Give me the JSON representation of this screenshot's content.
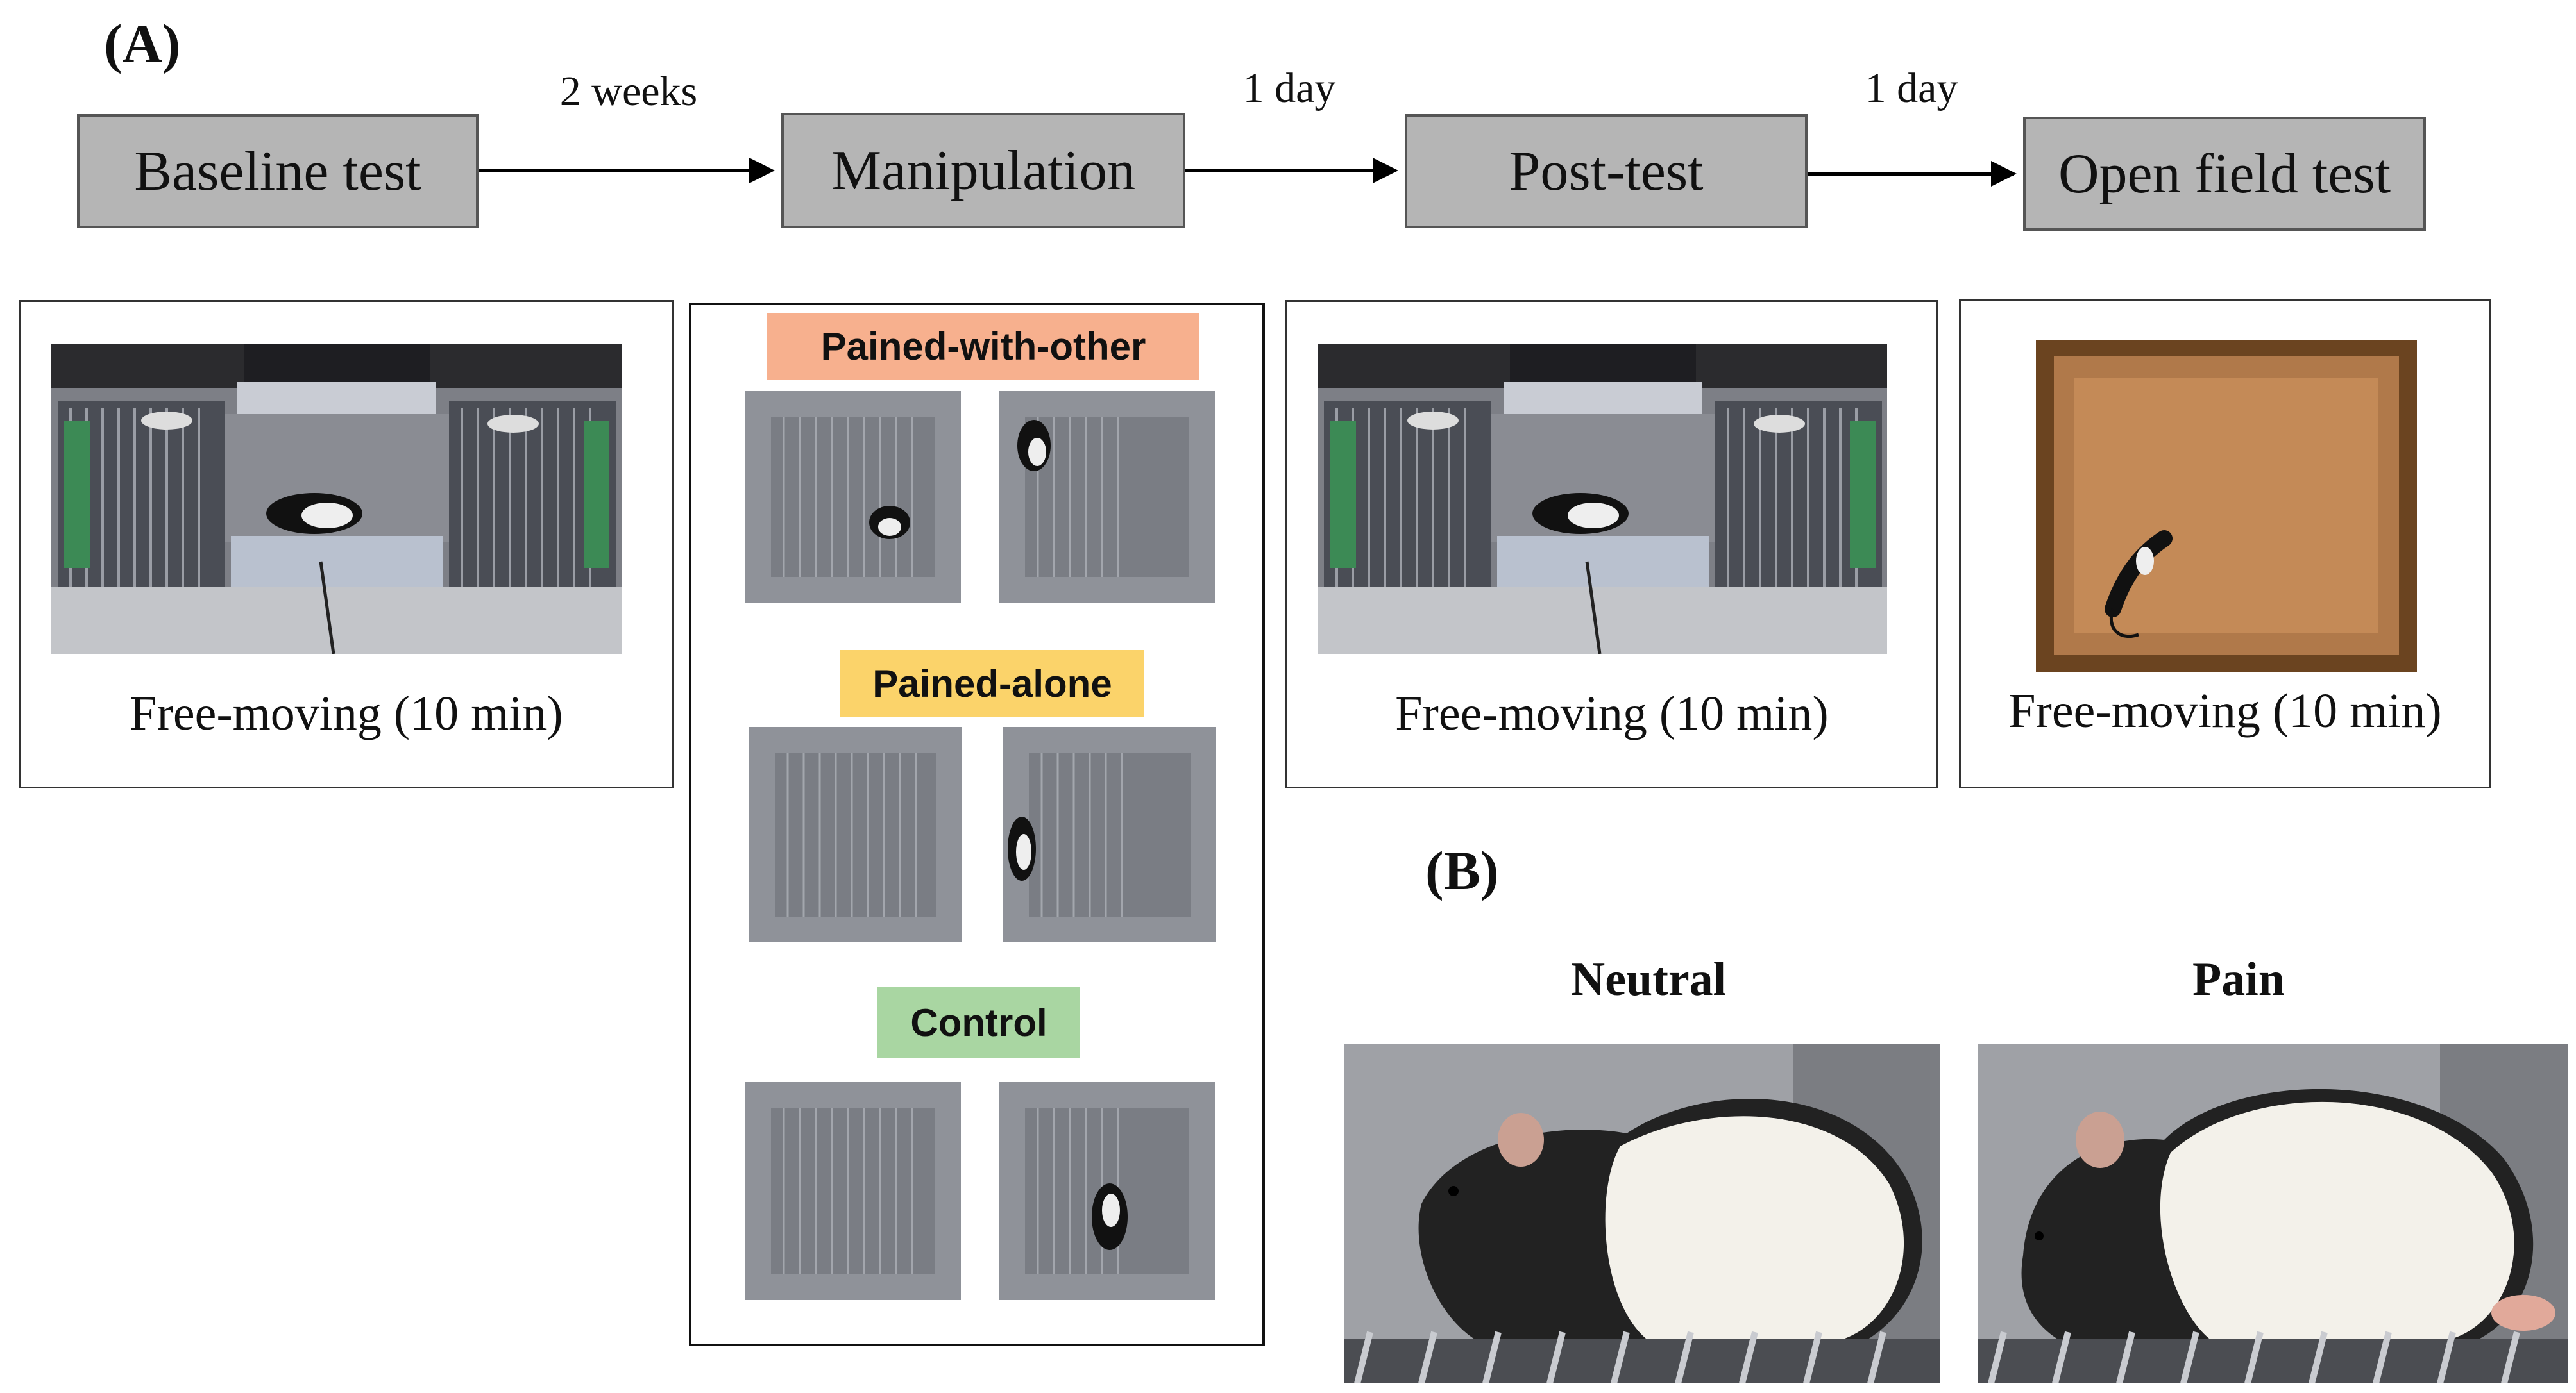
{
  "panel_a": {
    "letter": "(A)",
    "stages": [
      "Baseline test",
      "Manipulation",
      "Post-test",
      "Open field test"
    ],
    "intervals": [
      "2 weeks",
      "1 day",
      "1 day"
    ],
    "captions": {
      "baseline": "Free-moving (10 min)",
      "posttest": "Free-moving (10 min)",
      "openfield": "Free-moving (10 min)"
    },
    "conditions": [
      {
        "label": "Pained-with-other",
        "color": "#f7b08e"
      },
      {
        "label": "Pained-alone",
        "color": "#fbd36a"
      },
      {
        "label": "Control",
        "color": "#a9d6a2"
      }
    ]
  },
  "panel_b": {
    "letter": "(B)",
    "labels": [
      "Neutral",
      "Pain"
    ]
  }
}
